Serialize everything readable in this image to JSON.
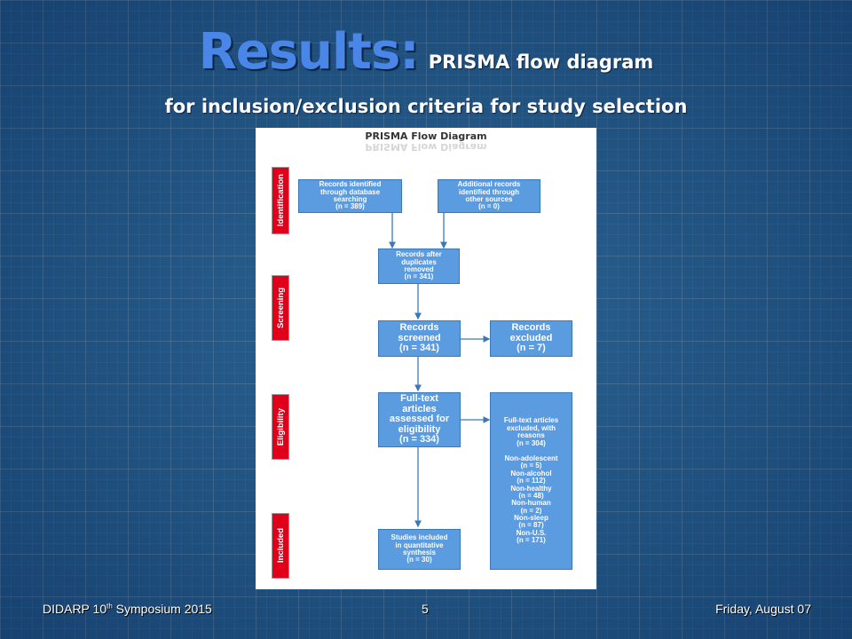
{
  "slide": {
    "title_main": "Results:",
    "title_sub": "PRISMA flow diagram",
    "title_line2": "for inclusion/exclusion criteria for study selection"
  },
  "diagram": {
    "heading": "PRISMA Flow Diagram",
    "stages": [
      "Identification",
      "Screening",
      "Eligibility",
      "Included"
    ],
    "boxes": {
      "db_records": [
        "Records identified",
        "through database",
        "searching",
        "(n = 389)"
      ],
      "other_records": [
        "Additional records",
        "identified through",
        "other sources",
        "(n = 0)"
      ],
      "after_duplicates": [
        "Records after",
        "duplicates",
        "removed",
        "(n = 341)"
      ],
      "screened": [
        "Records",
        "screened",
        "(n = 341)"
      ],
      "excluded": [
        "Records",
        "excluded",
        "(n = 7)"
      ],
      "fulltext": [
        "Full-text",
        "articles",
        "assessed for",
        "eligibility",
        "(n = 334)"
      ],
      "fulltext_excluded": [
        "Full-text articles",
        "excluded, with",
        "reasons",
        "(n = 304)"
      ],
      "reasons": [
        "Non-adolescent",
        "(n = 5)",
        "Non-alcohol",
        "(n = 112)",
        "Non-healthy",
        "(n = 48)",
        "Non-human",
        "(n = 2)",
        "Non-sleep",
        "(n = 87)",
        "Non-U.S.",
        "(n = 171)"
      ],
      "included": [
        "Studies included",
        "in quantitative",
        "synthesis",
        "(n = 30)"
      ]
    },
    "colors": {
      "box": "#5b9be0",
      "stage": "#e0001a",
      "arrow": "#3a78bd"
    }
  },
  "footer": {
    "left_prefix": "DIDARP 10",
    "left_sup": "th",
    "left_suffix": " Symposium 2015",
    "page_number": "5",
    "date": "Friday, August 07"
  }
}
